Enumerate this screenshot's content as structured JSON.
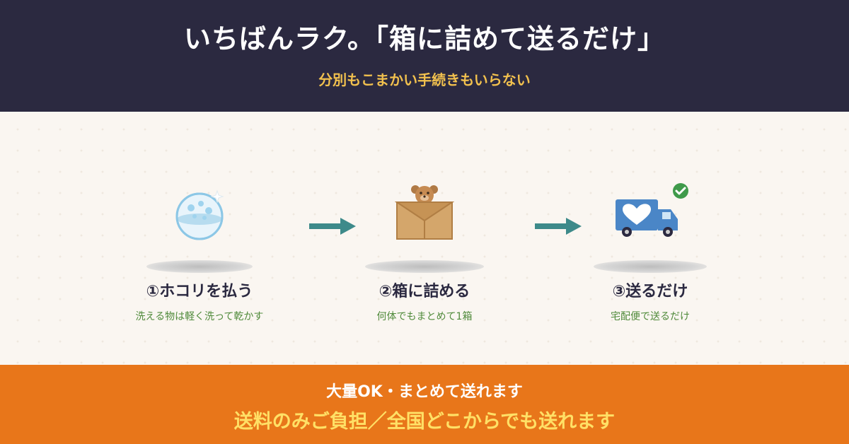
{
  "header": {
    "title": "いちばんラク。「箱に詰めて送るだけ」",
    "subtitle": "分別もこまかい手続きもいらない"
  },
  "steps": [
    {
      "icon": "dusting-disc-icon",
      "label": "①ホコリを払う",
      "desc": "洗える物は軽く洗って乾かす"
    },
    {
      "icon": "teddy-bear-in-box-icon",
      "label": "②箱に詰める",
      "desc": "何体でもまとめて1箱"
    },
    {
      "icon": "delivery-truck-check-icon",
      "label": "③送るだけ",
      "desc": "宅配便で送るだけ"
    }
  ],
  "footer": {
    "line1": "大量OK・まとめて送れます",
    "line2": "送料のみご負担／全国どこからでも送れます"
  },
  "colors": {
    "header_bg": "#2b2940",
    "accent_yellow": "#f2c14e",
    "footer_bg": "#e8761a",
    "arrow": "#3d8a8a",
    "desc_green": "#4f8a3a"
  }
}
